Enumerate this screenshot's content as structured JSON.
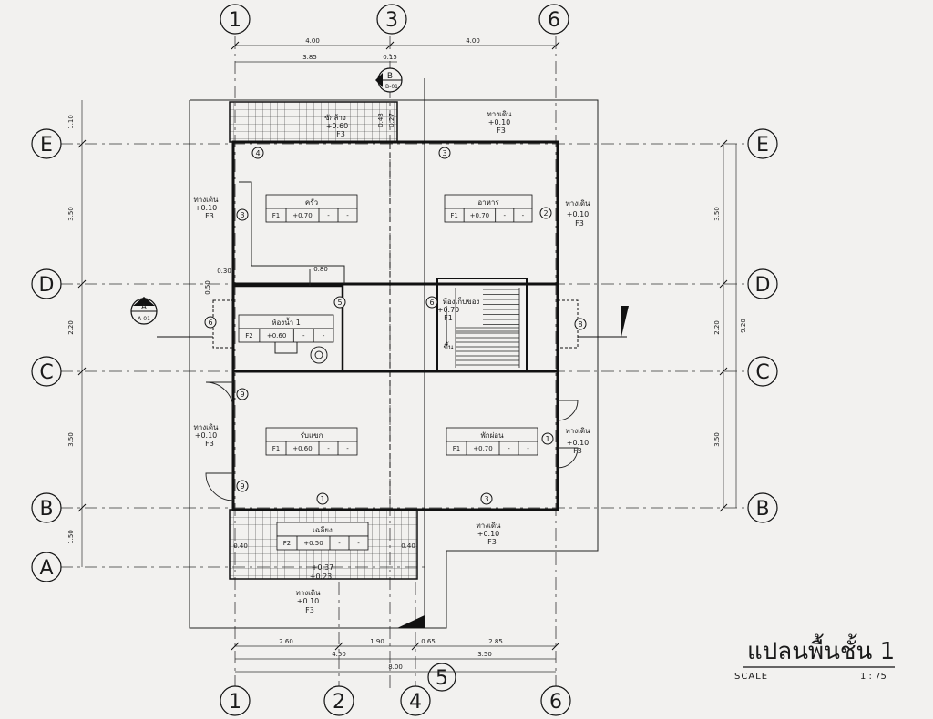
{
  "title": "แปลนพื้นชั้น 1",
  "scale_label": "SCALE",
  "scale_value": "1 : 75",
  "grid_top": [
    "1",
    "3",
    "6"
  ],
  "grid_bottom": [
    "1",
    "2",
    "4",
    "6"
  ],
  "grid_bottom_extra": "5",
  "grid_left": [
    "E",
    "D",
    "C",
    "B",
    "A"
  ],
  "grid_right": [
    "E",
    "D",
    "C",
    "B"
  ],
  "dims_top": [
    "4.00",
    "4.00",
    "3.85",
    "0.15"
  ],
  "dims_bottom": [
    "2.60",
    "1.90",
    "0.65",
    "2.85",
    "4.50",
    "3.50",
    "8.00"
  ],
  "dims_left": [
    "1.10",
    "3.50",
    "2.20",
    "3.50",
    "1.50"
  ],
  "dims_right": [
    "3.50",
    "2.20",
    "3.50",
    "9.20"
  ],
  "dims_misc": [
    "0.80",
    "0.30",
    "0.50",
    "0.40",
    "0.40",
    "0.43",
    "0.27"
  ],
  "section_markers": {
    "a_letter": "A",
    "a_ref": "A-01",
    "b_letter": "B",
    "b_ref": "B-01"
  },
  "door_tags": [
    "1",
    "1",
    "2",
    "3",
    "3",
    "3",
    "4",
    "5",
    "6",
    "6",
    "8",
    "9",
    "9"
  ],
  "rooms": [
    {
      "name": "ครัว",
      "code": "F1",
      "level": "+0.70",
      "c3": "-",
      "c4": "-"
    },
    {
      "name": "อาหาร",
      "code": "F1",
      "level": "+0.70",
      "c3": "-",
      "c4": "-"
    },
    {
      "name": "ห้องน้ำ 1",
      "code": "F2",
      "level": "+0.60",
      "c3": "-",
      "c4": "-"
    },
    {
      "name": "รับแขก",
      "code": "F1",
      "level": "+0.60",
      "c3": "-",
      "c4": "-"
    },
    {
      "name": "พักผ่อน",
      "code": "F1",
      "level": "+0.70",
      "c3": "-",
      "c4": "-"
    },
    {
      "name": "เฉลียง",
      "code": "F2",
      "level": "+0.50",
      "c3": "-",
      "c4": "-"
    }
  ],
  "walkways": [
    {
      "name": "ซักล้าง",
      "level": "+0.60",
      "code": "F3"
    },
    {
      "name": "ทางเดิน",
      "level": "+0.10",
      "code": "F3"
    },
    {
      "name": "ทางเดิน",
      "level": "+0.10",
      "code": "F3"
    },
    {
      "name": "ทางเดิน",
      "level": "+0.10",
      "code": "F3"
    },
    {
      "name": "ทางเดิน",
      "level": "+0.10",
      "code": "F3"
    },
    {
      "name": "ทางเดิน",
      "level": "+0.10",
      "code": "F3"
    },
    {
      "name": "ทางเดิน",
      "level": "+0.10",
      "code": "F3"
    },
    {
      "name": "ทางเดิน",
      "level": "+0.10",
      "code": "F3"
    }
  ],
  "store": {
    "name": "ห้องเก็บของ",
    "level": "+0.70",
    "code": "F1"
  },
  "stair_label": "ขึ้น",
  "step_levels": [
    "+0.37",
    "+0.23"
  ],
  "colors": {
    "ink": "#1a1a1a",
    "paper": "#f2f1ef"
  }
}
